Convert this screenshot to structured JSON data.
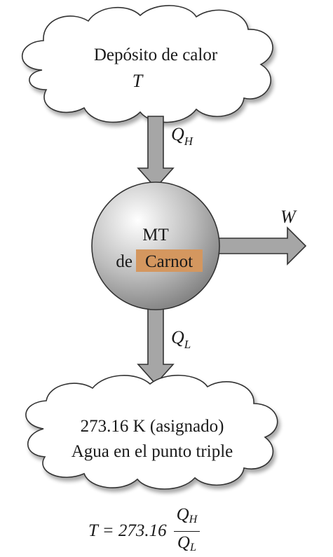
{
  "source_reservoir": {
    "line1": "Depósito de calor",
    "line2": "T"
  },
  "heat_in": {
    "symbol": "Q",
    "subscript": "H"
  },
  "engine": {
    "line1": "MT",
    "line2_prefix": "de",
    "line2_highlight": "Carnot"
  },
  "work_out": {
    "symbol": "W"
  },
  "heat_out": {
    "symbol": "Q",
    "subscript": "L"
  },
  "sink_reservoir": {
    "line1": "273.16 K (asignado)",
    "line2": "Agua en el punto triple"
  },
  "formula": {
    "lhs": "T = 273.16",
    "num_symbol": "Q",
    "num_sub": "H",
    "den_symbol": "Q",
    "den_sub": "L"
  },
  "colors": {
    "cloud_fill": "#ffffff",
    "outline": "#333333",
    "arrow_fill": "#a6a6a6",
    "engine_highlight": "#ffffff",
    "engine_mid": "#bdbdbd",
    "engine_shadow": "#7a7a7a",
    "label_highlight": "#d4975f"
  }
}
